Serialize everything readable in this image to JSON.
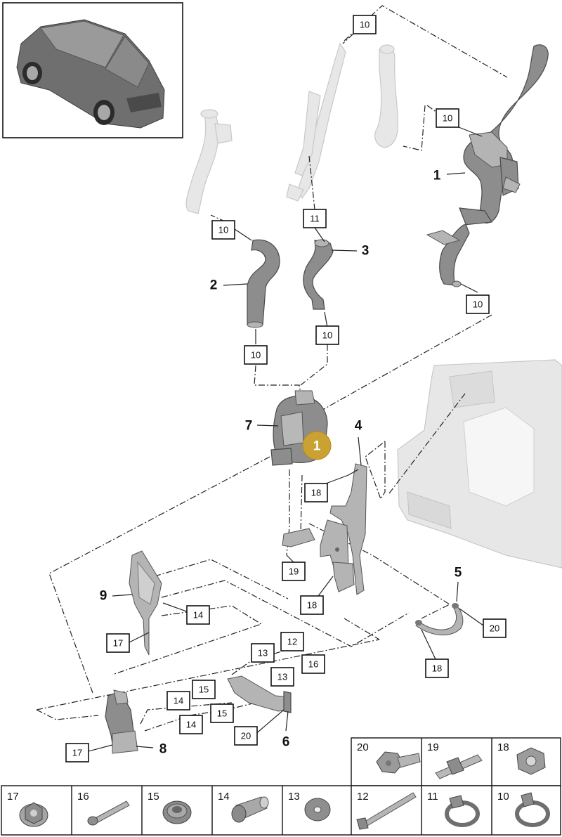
{
  "callouts": {
    "boxed": [
      "10",
      "10",
      "10",
      "11",
      "10",
      "10",
      "10",
      "18",
      "19",
      "18",
      "14",
      "17",
      "13",
      "12",
      "13",
      "16",
      "15",
      "14",
      "15",
      "14",
      "20",
      "17",
      "20",
      "18"
    ],
    "bold": [
      "1",
      "2",
      "3",
      "4",
      "5",
      "6",
      "7",
      "8",
      "9"
    ]
  },
  "marker": {
    "label": "1",
    "color": "#c9a233"
  },
  "legend": {
    "top_row": [
      "20",
      "19",
      "18"
    ],
    "bottom_row": [
      "17",
      "16",
      "15",
      "14",
      "13",
      "12",
      "11",
      "10"
    ]
  },
  "icons": {
    "overview": "suv-thumbnail-icon",
    "parts": [
      "hex-bolt-icon",
      "stud-bolt-icon",
      "hex-nut-icon",
      "flange-nut-icon",
      "long-screw-icon",
      "grommet-icon",
      "spacer-sleeve-icon",
      "washer-icon",
      "long-bolt-icon",
      "hose-clamp-icon",
      "spring-clamp-icon"
    ]
  }
}
